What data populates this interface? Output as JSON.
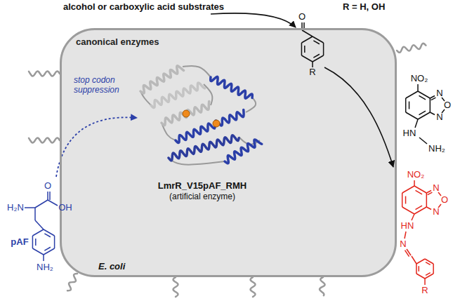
{
  "diagram": {
    "nodes": [
      {
        "text": [
          "canonical enzymes",
          "LmrR_V15pAF_RMH",
          "(artificial enzyme)",
          "E. coli"
        ]
      }
    ],
    "labels": [
      "alcohol or carboxylic acid substrates",
      "R = H, OH",
      "O",
      "R",
      "NO₂",
      "N",
      "O",
      "N",
      "HN",
      "NH₂",
      "stop codon suppression",
      "NO₂",
      "N",
      "O",
      "N",
      "HN",
      "N",
      "R",
      "O",
      "OH",
      "H₂N",
      "pAF",
      "NH₂"
    ]
  }
}
